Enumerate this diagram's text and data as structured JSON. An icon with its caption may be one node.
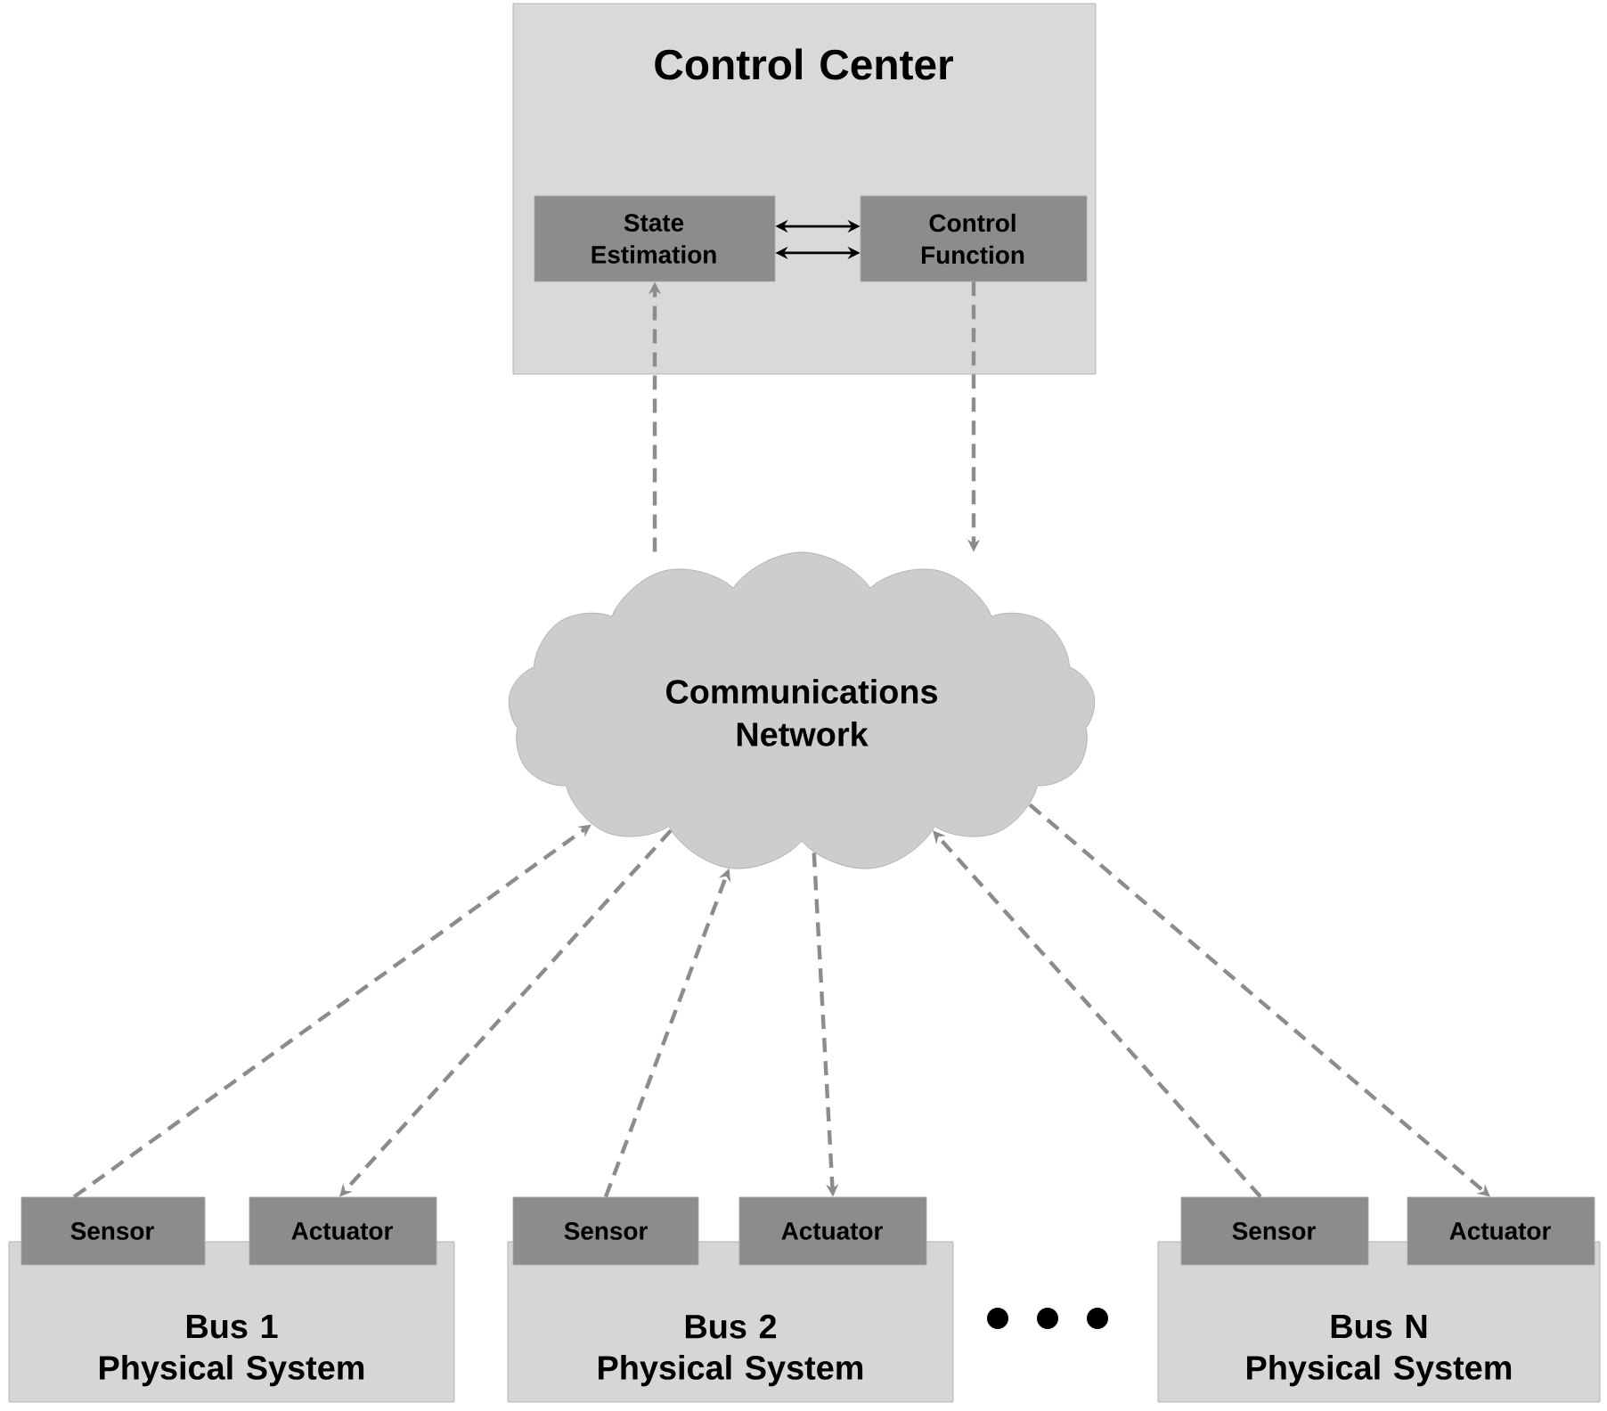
{
  "diagram": {
    "nodes": [
      {
        "text": [
          "Control Center"
        ]
      },
      {
        "text": [
          "State Estimation"
        ],
        "in": 0
      },
      {
        "text": [
          "Control Function"
        ],
        "in": 0
      },
      {
        "text": [
          "Communications Network"
        ]
      },
      {
        "text": [
          "Bus 1",
          "Physical System"
        ]
      },
      {
        "text": [
          "Sensor"
        ]
      },
      {
        "text": [
          "Actuator"
        ]
      },
      {
        "text": [
          "Bus 2",
          "Physical System"
        ]
      },
      {
        "text": [
          "Sensor"
        ]
      },
      {
        "text": [
          "Actuator"
        ]
      },
      {
        "text": [
          "Bus N",
          "Physical System"
        ]
      },
      {
        "text": [
          "Sensor"
        ]
      },
      {
        "text": [
          "Actuator"
        ]
      }
    ],
    "edges": [
      {
        "from": 1,
        "to": 2,
        "arrow": "both",
        "color": "#000000"
      },
      {
        "from": 1,
        "to": 2,
        "arrow": "both",
        "color": "#000000"
      },
      {
        "from": 3,
        "to": 1,
        "arrow": "to",
        "style": "dashed"
      },
      {
        "from": 2,
        "to": 3,
        "arrow": "to",
        "style": "dashed"
      },
      {
        "from": 5,
        "to": 3,
        "arrow": "to",
        "style": "dashed"
      },
      {
        "from": 3,
        "to": 6,
        "arrow": "to",
        "style": "dashed"
      },
      {
        "from": 8,
        "to": 3,
        "arrow": "to",
        "style": "dashed"
      },
      {
        "from": 3,
        "to": 9,
        "arrow": "to",
        "style": "dashed"
      },
      {
        "from": 11,
        "to": 3,
        "arrow": "to",
        "style": "dashed"
      },
      {
        "from": 3,
        "to": 12,
        "arrow": "to",
        "style": "dashed"
      }
    ]
  }
}
